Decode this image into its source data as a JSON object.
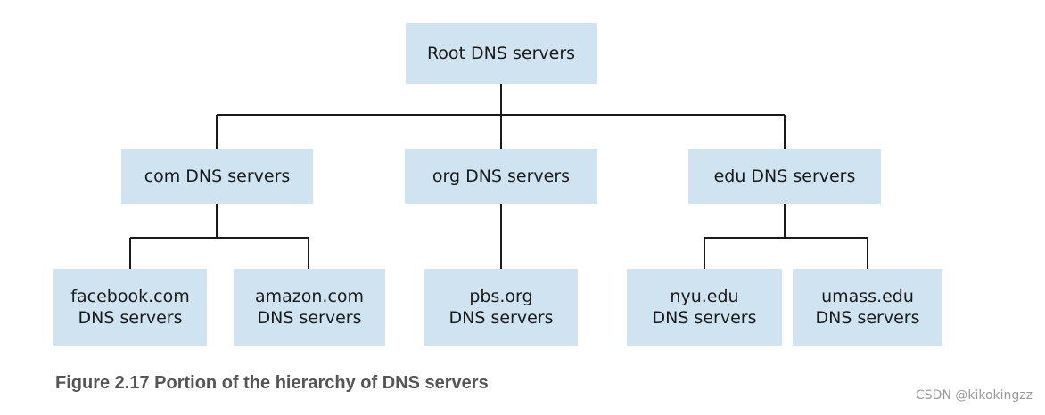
{
  "colors": {
    "node_fill": "#cfe3f0",
    "connector": "#1a1a1a",
    "caption": "#555555"
  },
  "nodes": {
    "root": {
      "label": "Root DNS servers"
    },
    "com": {
      "label": "com DNS servers"
    },
    "org": {
      "label": "org DNS servers"
    },
    "edu": {
      "label": "edu DNS servers"
    },
    "facebook": {
      "line1": "facebook.com",
      "line2": "DNS servers"
    },
    "amazon": {
      "line1": "amazon.com",
      "line2": "DNS servers"
    },
    "pbs": {
      "line1": "pbs.org",
      "line2": "DNS servers"
    },
    "nyu": {
      "line1": "nyu.edu",
      "line2": "DNS servers"
    },
    "umass": {
      "line1": "umass.edu",
      "line2": "DNS servers"
    }
  },
  "edges": [
    [
      "root",
      "com"
    ],
    [
      "root",
      "org"
    ],
    [
      "root",
      "edu"
    ],
    [
      "com",
      "facebook"
    ],
    [
      "com",
      "amazon"
    ],
    [
      "org",
      "pbs"
    ],
    [
      "edu",
      "nyu"
    ],
    [
      "edu",
      "umass"
    ]
  ],
  "caption": "Figure 2.17 Portion of the hierarchy of DNS servers",
  "watermark": "CSDN @kikokingzz"
}
